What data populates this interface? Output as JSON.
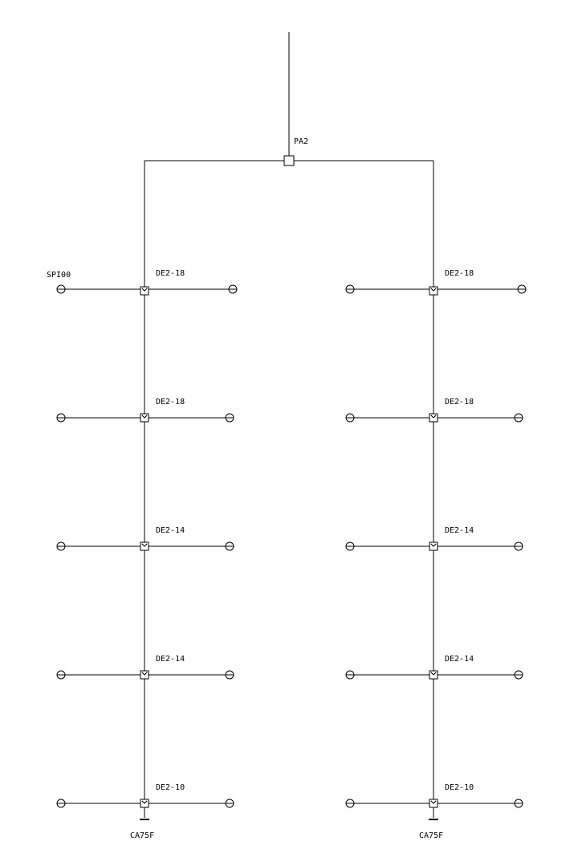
{
  "diagram": {
    "root_label": "PA2",
    "first_outlet_label": "SPI00",
    "columns": [
      {
        "name": "left",
        "tap_labels": [
          "DE2-18",
          "DE2-18",
          "DE2-14",
          "DE2-14",
          "DE2-10"
        ],
        "end_label": "CA75F"
      },
      {
        "name": "right",
        "tap_labels": [
          "DE2-18",
          "DE2-18",
          "DE2-14",
          "DE2-14",
          "DE2-10"
        ],
        "end_label": "CA75F"
      }
    ]
  }
}
